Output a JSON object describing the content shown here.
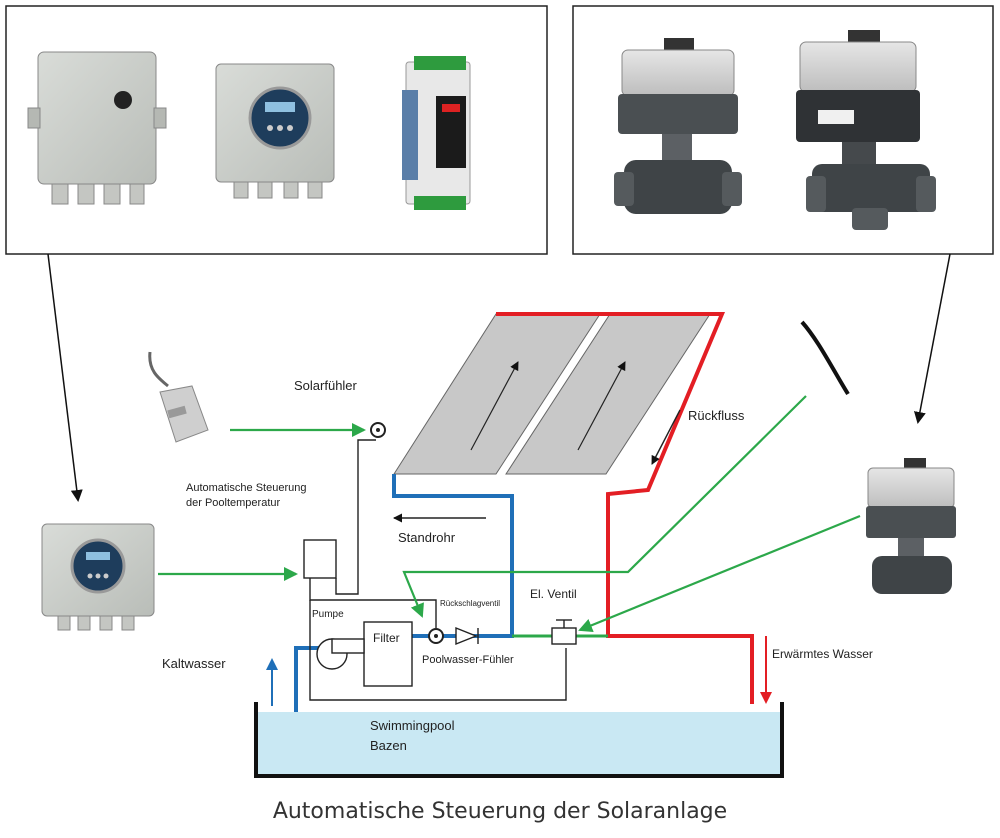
{
  "labels": {
    "solarfuehler": "Solarfühler",
    "steuerung_line1": "Automatische Steuerung",
    "steuerung_line2": "der Pooltemperatur",
    "rueckfluss": "Rückfluss",
    "standrohr": "Standrohr",
    "pumpe": "Pumpe",
    "filter": "Filter",
    "rueckschlagventil": "Rückschlagventil",
    "el_ventil": "El. Ventil",
    "poolwasser_fuehler": "Poolwasser-Fühler",
    "kaltwasser": "Kaltwasser",
    "erwaermtes_wasser": "Erwärmtes Wasser",
    "pool_line1": "Swimmingpool",
    "pool_line2": "Bazen"
  },
  "caption": "Automatische Steuerung der Solaranlage",
  "colors": {
    "hot_pipe": "#e31e24",
    "cold_pipe": "#1f6fb8",
    "signal": "#2ca84a",
    "pool_water": "#c9e8f3",
    "panel": "#c8c8c8"
  }
}
